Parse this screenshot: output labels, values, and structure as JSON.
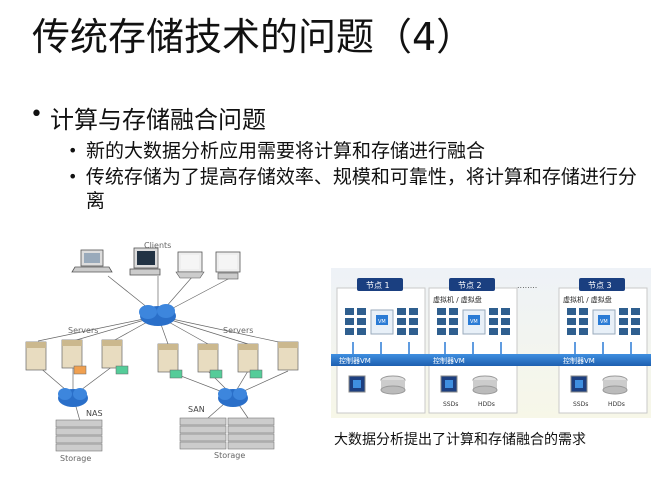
{
  "slide": {
    "title": "传统存储技术的问题（4）",
    "bullet_main": "计算与存储融合问题",
    "sub_bullets": [
      "新的大数据分析应用需要将计算和存储进行融合",
      "传统存储为了提高存储效率、规模和可靠性，将计算和存储进行分离"
    ]
  },
  "left_diagram": {
    "clients_label": "Clients",
    "servers_left_label": "Servers",
    "servers_right_label": "Servers",
    "nas_label": "NAS",
    "san_label": "SAN",
    "storage_left_label": "Storage",
    "storage_right_label": "Storage"
  },
  "right_diagram": {
    "node1": "节点 1",
    "node2": "节点 2",
    "node3": "节点 3",
    "vm_disk": "虚拟机 / 虚拟盘",
    "controller": "控制器VM",
    "vm": "VM",
    "ssd": "SSDs",
    "hdd": "HDDs",
    "dots": "........"
  },
  "caption": "大数据分析提出了计算和存储融合的需求"
}
